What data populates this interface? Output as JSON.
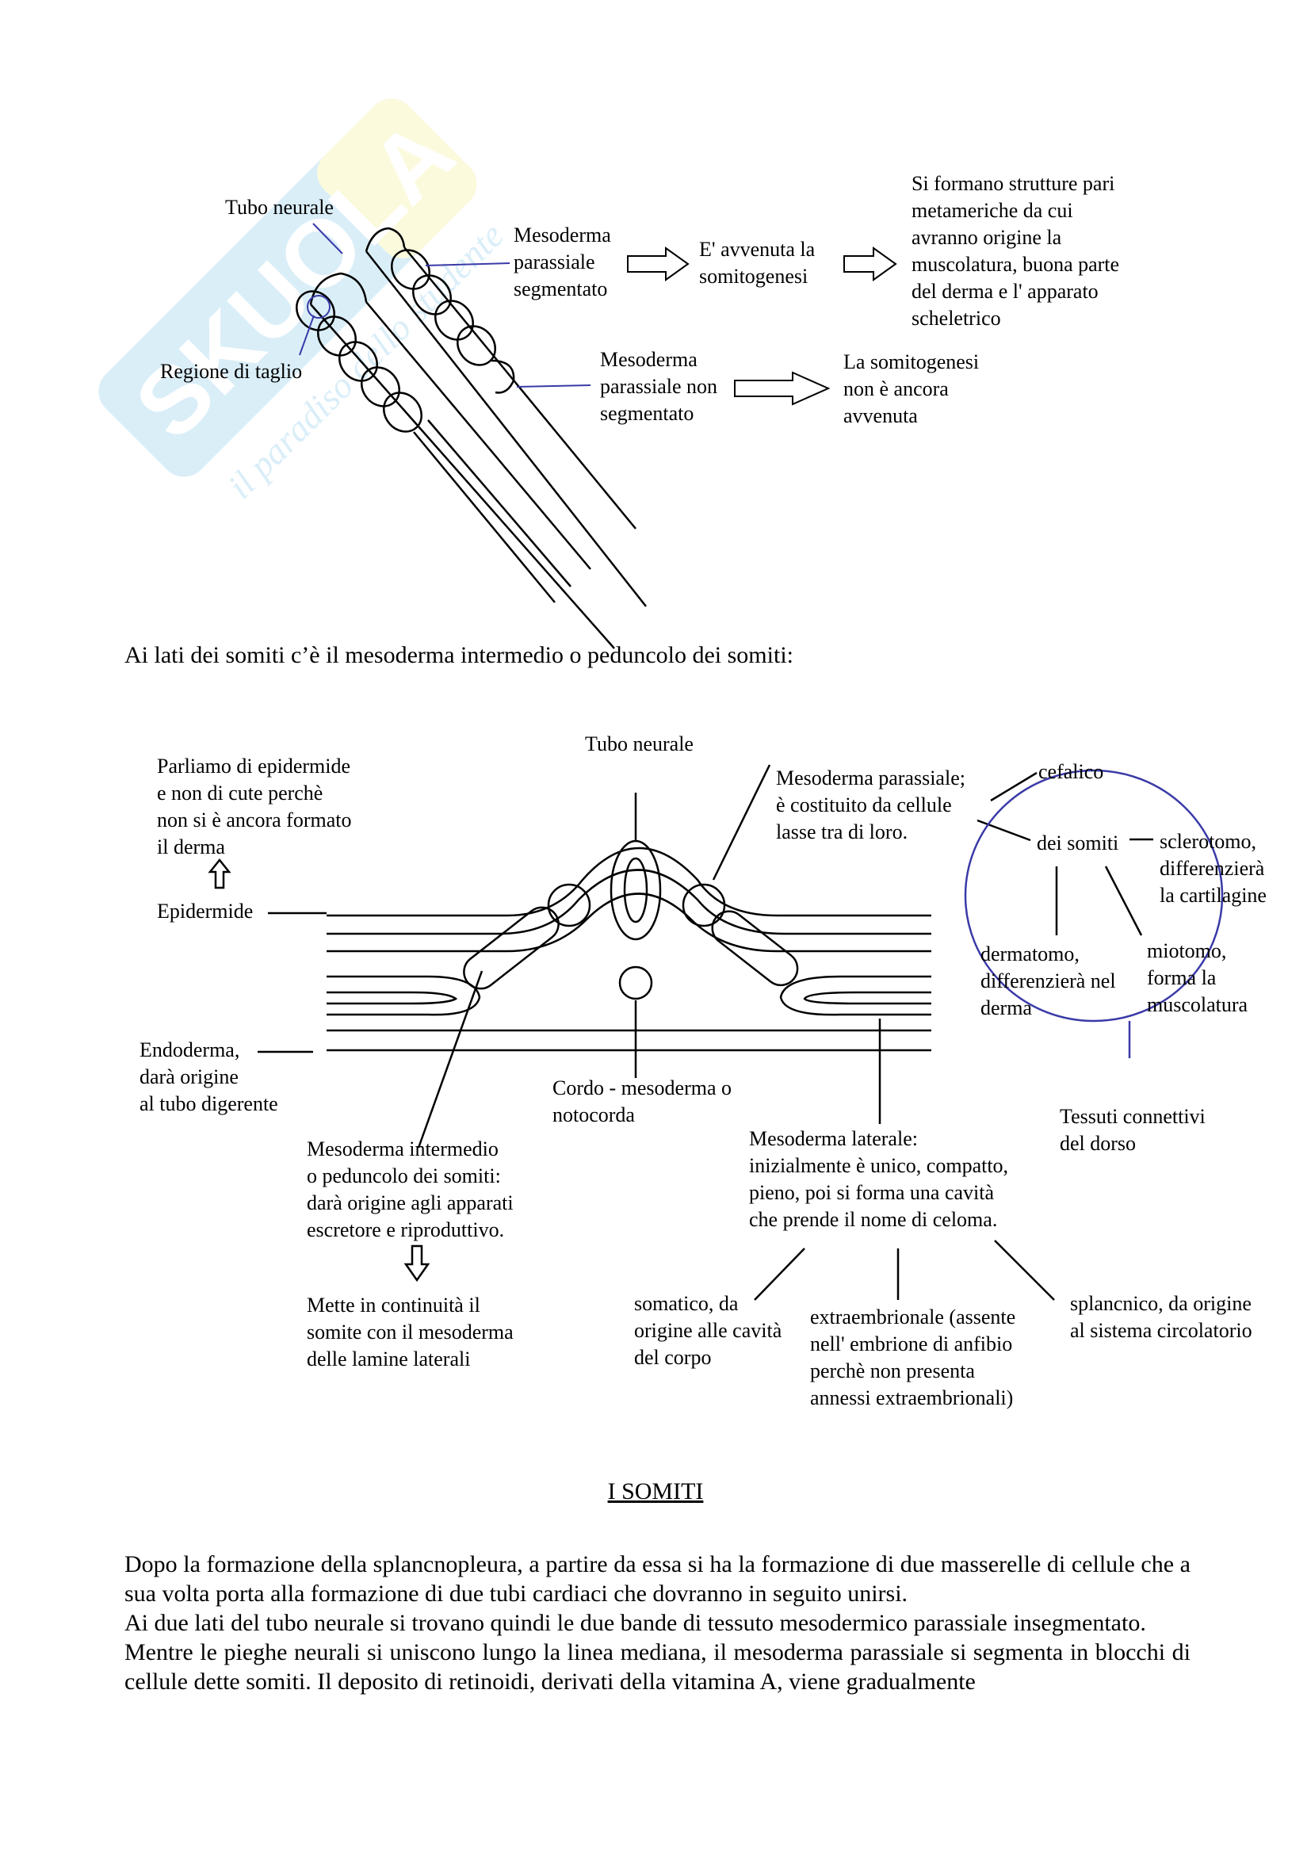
{
  "watermark": {
    "brand": "SKUOLA.net",
    "tagline": "il paradiso dello studente"
  },
  "diagram1": {
    "tubo_neurale": "Tubo neurale",
    "regione_taglio": "Regione di taglio",
    "meso_segm": "Mesoderma\nparassiale\nsegmentato",
    "somitogenesi_avvenuta": "E' avvenuta la\nsomitogenesi",
    "strutture": "Si formano strutture pari\nmetameriche da cui\navranno origine la\nmuscolatura, buona parte\ndel derma e l' apparato\nscheletrico",
    "meso_non_segm": "Mesoderma\nparassiale non\nsegmentato",
    "somitogenesi_non": "La somitogenesi\nnon è ancora\navvenuta"
  },
  "intro_sentence": "Ai lati dei somiti c’è il mesoderma intermedio o peduncolo dei somiti:",
  "diagram2": {
    "epidermide_note": "Parliamo di epidermide\ne non di cute perchè\nnon si è ancora formato\nil derma",
    "epidermide": "Epidermide",
    "tubo_neurale": "Tubo neurale",
    "meso_parassiale": "Mesoderma parassiale;\nè costituito da cellule\nlasse tra di loro.",
    "cefalico": "cefalico",
    "dei_somiti": "dei somiti",
    "sclerotomo": "sclerotomo,\ndifferenzierà\nla cartilagine",
    "dermatomo": "dermatomo,\ndifferenzierà nel\nderma",
    "miotomo": "miotomo,\nforma la\nmuscolatura",
    "tessuti": "Tessuti connettivi\ndel dorso",
    "endoderma": "Endoderma,\ndarà origine\nal tubo digerente",
    "cordo": "Cordo - mesoderma o\nnotocorda",
    "meso_intermedio": "Mesoderma intermedio\no peduncolo dei somiti:\ndarà origine agli apparati\nescretore e riproduttivo.",
    "mette_continuita": "Mette in continuità il\nsomite con il mesoderma\ndelle lamine laterali",
    "meso_laterale": "Mesoderma laterale:\ninizialmente è unico, compatto,\npieno, poi si forma una cavità\nche prende il nome di celoma.",
    "somatico": "somatico, da\norigine alle cavità\ndel corpo",
    "extraembrionale": "extraembrionale (assente\nnell' embrione di anfibio\nperchè non presenta\nannessi extraembrionali)",
    "splancnico": "splancnico, da origine\nal sistema circolatorio"
  },
  "section_title": "I SOMITI",
  "paragraphs": [
    "Dopo la formazione della splancnopleura, a partire da essa si ha la formazione di due masserelle di cellule che a sua volta porta alla formazione di due tubi cardiaci che dovranno in seguito unirsi.",
    "Ai due lati del tubo neurale si trovano quindi le due bande di tessuto mesodermico parassiale insegmentato.",
    "Mentre le pieghe neurali si uniscono lungo la linea mediana, il mesoderma parassiale si segmenta in blocchi di cellule dette somiti. Il deposito di retinoidi, derivati della vitamina A, viene gradualmente"
  ],
  "colors": {
    "ink": "#000000",
    "pointer": "#3a3aa8",
    "watermark": "#5ab4e0",
    "watermark_accent": "#f2e96a"
  }
}
